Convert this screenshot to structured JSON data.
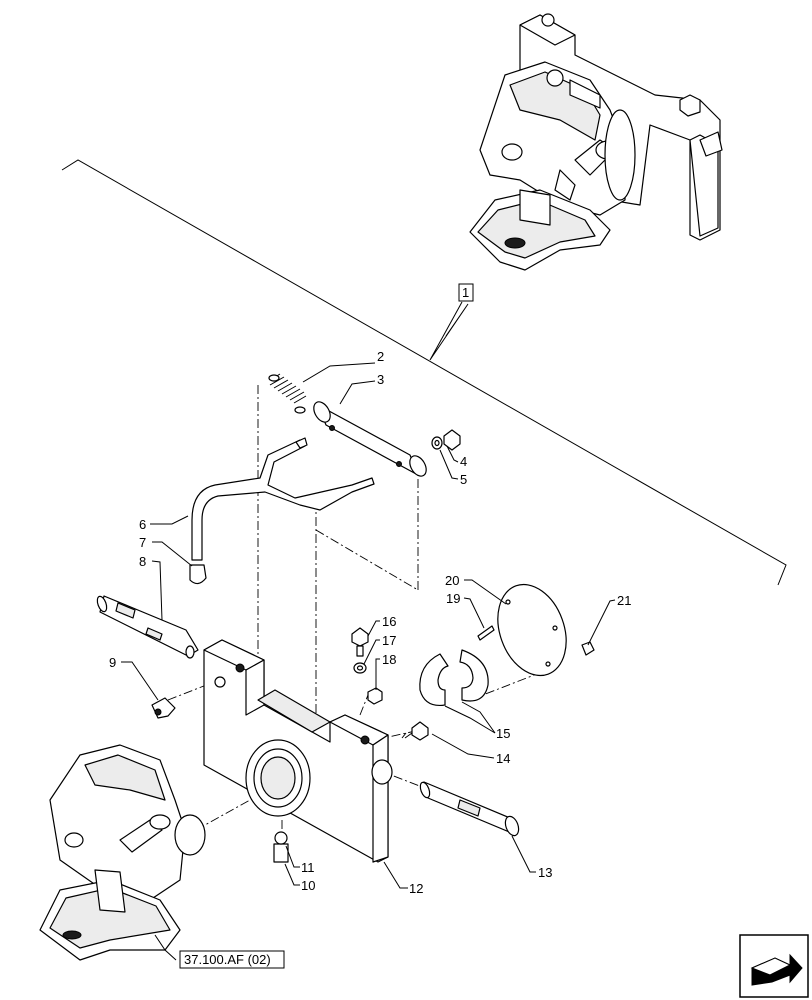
{
  "callouts": {
    "c1": "1",
    "c2": "2",
    "c3": "3",
    "c4": "4",
    "c5": "5",
    "c6": "6",
    "c7": "7",
    "c8": "8",
    "c9": "9",
    "c10": "10",
    "c11": "11",
    "c12": "12",
    "c13": "13",
    "c14": "14",
    "c15": "15",
    "c16": "16",
    "c17": "17",
    "c18": "18",
    "c19": "19",
    "c20": "20",
    "c21": "21"
  },
  "reference": {
    "label": "37.100.AF (02)"
  },
  "icons": {
    "nav": "next-page-arrow-icon"
  }
}
